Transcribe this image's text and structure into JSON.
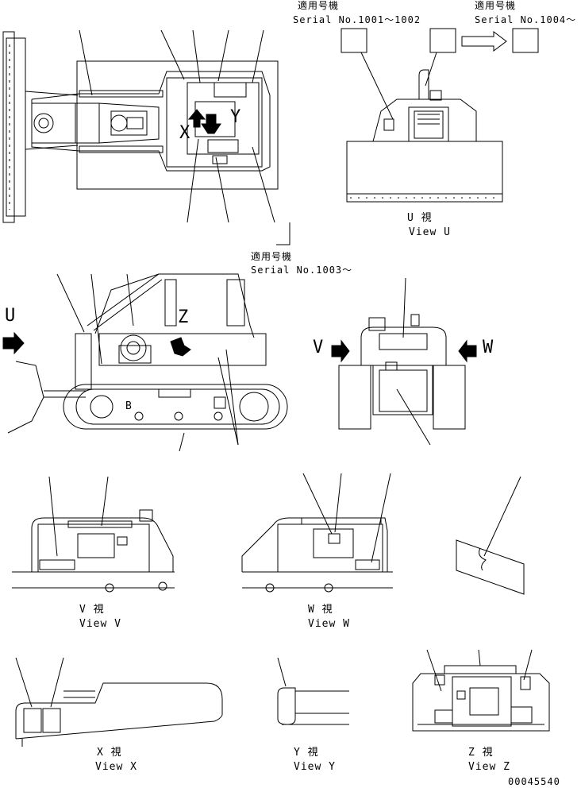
{
  "labels": {
    "applicable_machine": "適用号機",
    "serial_1001_1002": "Serial No.1001～1002",
    "serial_1004": "Serial No.1004～",
    "serial_1003": "Serial No.1003～",
    "view_u_jp": "U 視",
    "view_u": "View U",
    "view_v_jp": "V 視",
    "view_v": "View V",
    "view_w_jp": "W 視",
    "view_w": "View W",
    "view_x_jp": "X 視",
    "view_x": "View X",
    "view_y_jp": "Y 視",
    "view_y": "View Y",
    "view_z_jp": "Z 視",
    "view_z": "View Z",
    "arrow_u": "U",
    "arrow_v": "V",
    "arrow_w": "W",
    "arrow_z": "Z",
    "arrow_x": "X",
    "arrow_y": "Y",
    "part_b": "B",
    "drawing_number": "00045540"
  }
}
